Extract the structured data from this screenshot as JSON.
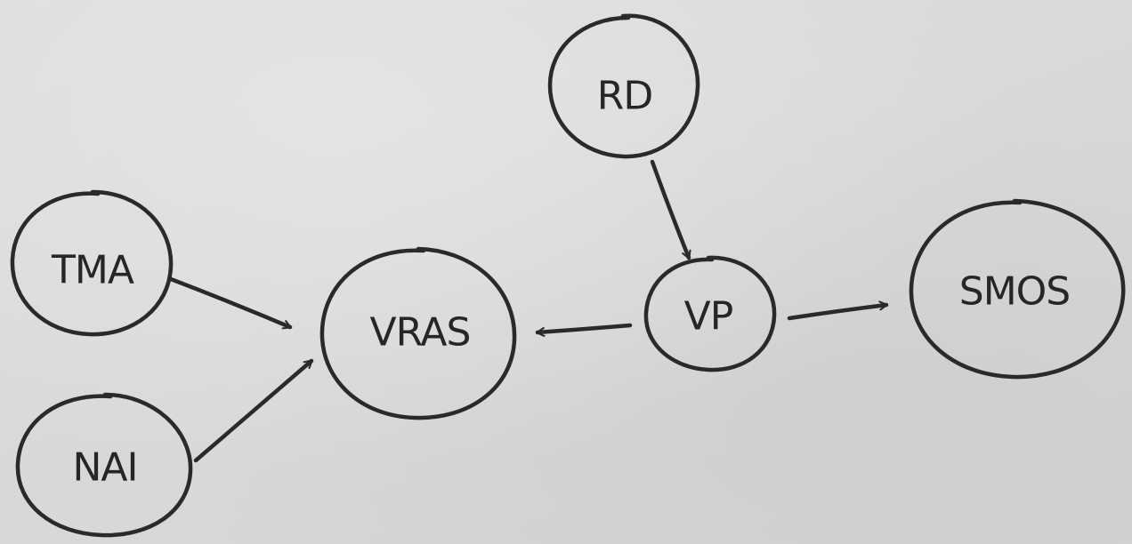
{
  "diagram": {
    "nodes": [
      {
        "id": "RD",
        "label": "RD"
      },
      {
        "id": "VP",
        "label": "VP"
      },
      {
        "id": "SMOS",
        "label": "SMOS"
      },
      {
        "id": "VRAS",
        "label": "VRAS"
      },
      {
        "id": "TMA",
        "label": "TMA"
      },
      {
        "id": "NAI",
        "label": "NAI"
      }
    ],
    "edges": [
      {
        "from": "RD",
        "to": "VP"
      },
      {
        "from": "VP",
        "to": "SMOS"
      },
      {
        "from": "VP",
        "to": "VRAS"
      },
      {
        "from": "TMA",
        "to": "VRAS"
      },
      {
        "from": "NAI",
        "to": "VRAS"
      }
    ],
    "colors": {
      "ink": "#2a2a2a",
      "paper": "#d9d9d7"
    }
  }
}
